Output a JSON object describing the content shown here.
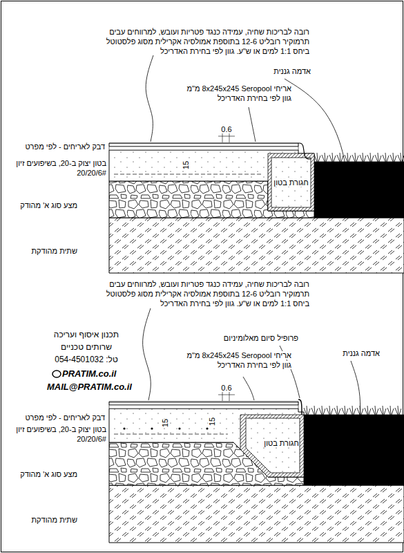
{
  "diagram": {
    "nodes": [
      {
        "text": [
          "חגורת בטון"
        ]
      },
      {
        "text": [
          "חגורת בטון"
        ]
      }
    ],
    "labels": [
      "רובה לבריכות שחיה, עמידה כנגד פטריות ועובש, למרווחים עבים תרמוקיר רובליט 12-6 בתוספת אמולסיה אקרילית מסוג פלסטוטל ביחס 1:1 למים או ש\"ע. גוון לפי בחירת האדריכל",
      "אדמה גננית",
      "אריחי 8x245x245 Seropool מ\"מ גוון לפי בחירת האדריכל",
      "0.6",
      "דבק לאריחים - לפי מפרט",
      "בטון יצוק ב-20, בשיפועים זיון 20/20/6#",
      "מצע סוג א' מהודק",
      "שתית מהודקת",
      "15",
      "רובה לבריכות שחיה, עמידה כנגד פטריות ועובש, למרווחים עבים תרמוקיר רובליט 12-6 בתוספת אמולסיה אקרילית מסוג פלסטוטל ביחס 1:1 למים או ש\"ע. גוון לפי בחירת האדריכל",
      "פרופיל סיום מאלומיניום",
      "אריחי 8x245x245 Seropool מ\"מ גוון לפי בחירת האדריכל",
      "אדמה גננית",
      "0.6",
      "דבק לאריחים - לפי מפרט",
      "בטון יצוק ב-20, בשיפועים זיון 20/20/6#",
      "מצע סוג א' מהודק",
      "שתית מהודקת",
      "15",
      "15",
      "תכנון איסוף ועריכה",
      "שרותים טכניים",
      "טל: 054-4501032",
      "PRATIM.co.il",
      "MAIL@PRATIM.co.il"
    ]
  }
}
